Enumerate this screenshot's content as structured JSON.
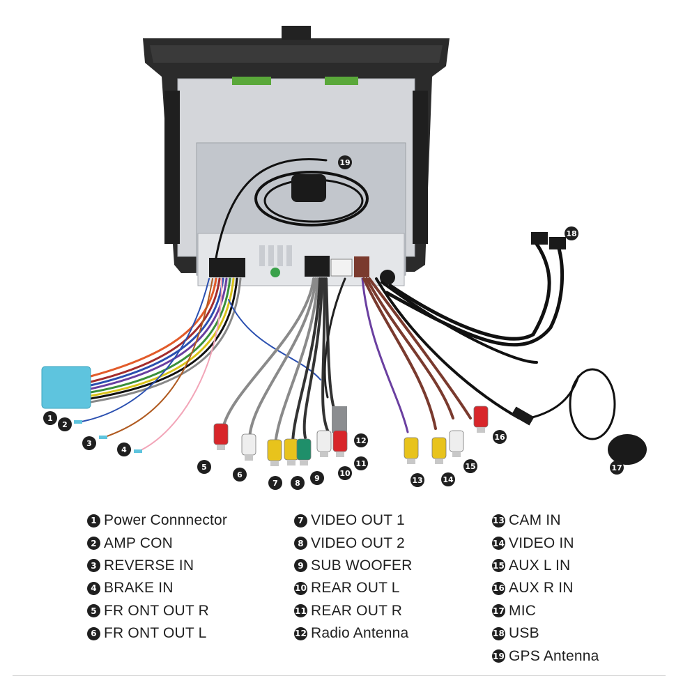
{
  "legend": [
    {
      "num": "1",
      "text": "Power Connnector"
    },
    {
      "num": "2",
      "text": "AMP CON"
    },
    {
      "num": "3",
      "text": "REVERSE IN"
    },
    {
      "num": "4",
      "text": "BRAKE IN"
    },
    {
      "num": "5",
      "text": "FR ONT OUT R"
    },
    {
      "num": "6",
      "text": "FR ONT OUT L"
    },
    {
      "num": "7",
      "text": "VIDEO OUT 1"
    },
    {
      "num": "8",
      "text": "VIDEO OUT 2"
    },
    {
      "num": "9",
      "text": "SUB WOOFER"
    },
    {
      "num": "10",
      "text": "REAR OUT L"
    },
    {
      "num": "11",
      "text": "REAR OUT R"
    },
    {
      "num": "12",
      "text": "Radio Antenna"
    },
    {
      "num": "13",
      "text": "CAM IN"
    },
    {
      "num": "14",
      "text": "VIDEO IN"
    },
    {
      "num": "15",
      "text": "AUX L IN"
    },
    {
      "num": "16",
      "text": "AUX R IN"
    },
    {
      "num": "17",
      "text": "MIC"
    },
    {
      "num": "18",
      "text": "USB"
    },
    {
      "num": "19",
      "text": "GPS Antenna"
    }
  ],
  "colors": {
    "bezel": "#2a2a2a",
    "chassis": "#c9ccd1",
    "power_plug": "#5ec4de",
    "rca_red": "#d8262a",
    "rca_white": "#eeeeee",
    "rca_yellow": "#e8c31c",
    "rca_green": "#1f8f6a",
    "label_dark": "#1f1f1f"
  }
}
